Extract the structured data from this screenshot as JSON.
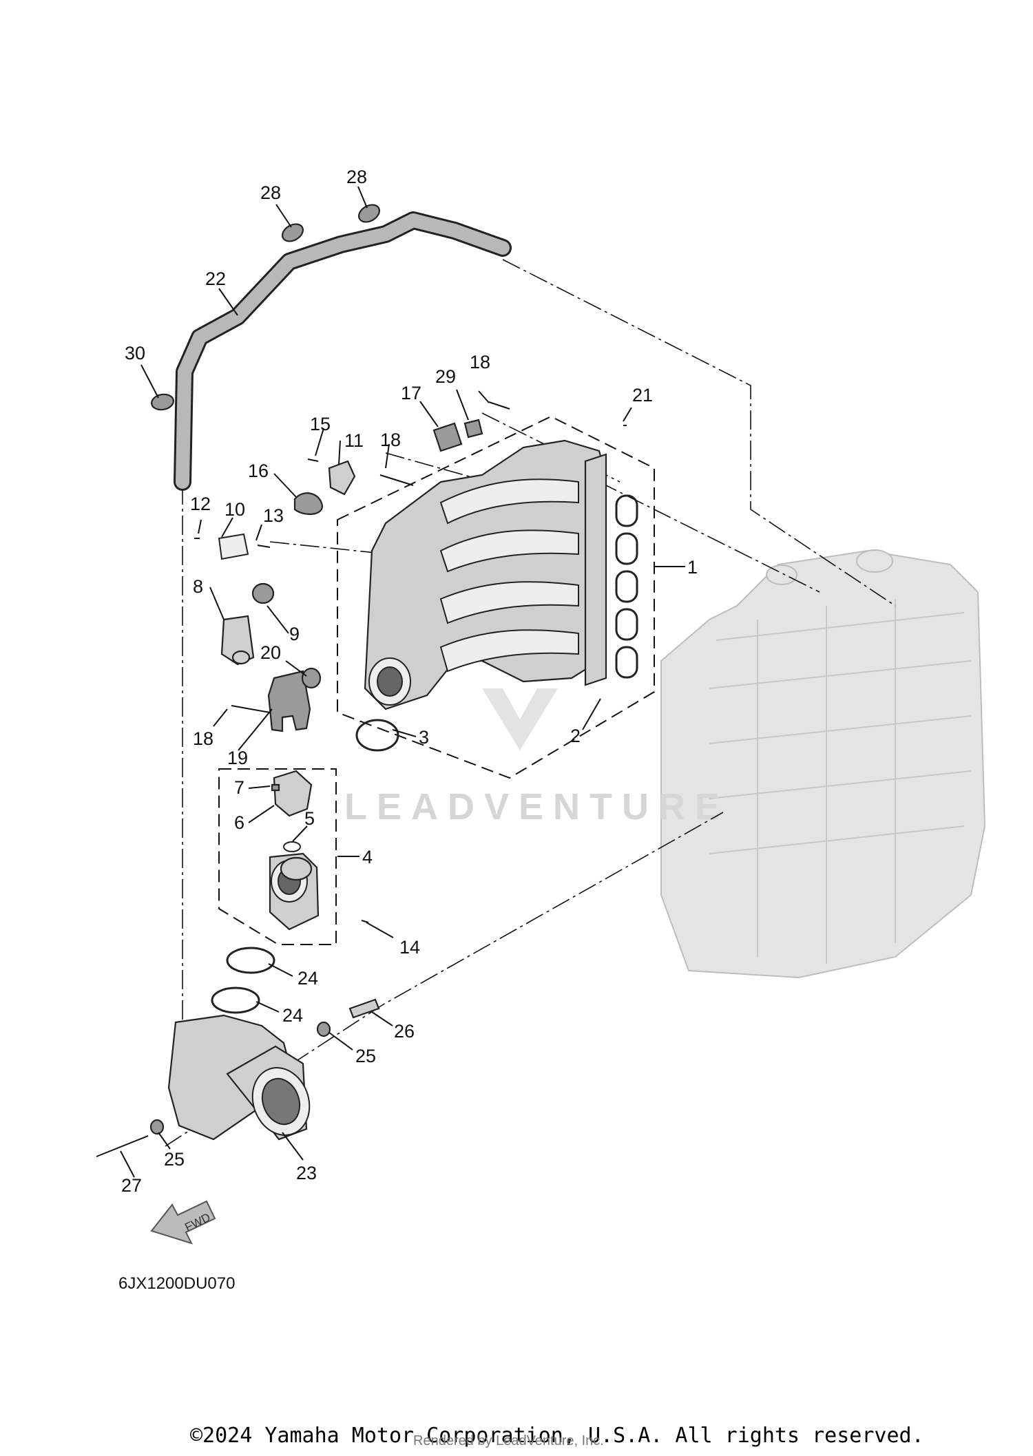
{
  "diagram": {
    "callouts": [
      {
        "label": "1"
      },
      {
        "label": "2"
      },
      {
        "label": "3"
      },
      {
        "label": "4"
      },
      {
        "label": "5"
      },
      {
        "label": "6"
      },
      {
        "label": "7"
      },
      {
        "label": "8"
      },
      {
        "label": "9"
      },
      {
        "label": "10"
      },
      {
        "label": "11"
      },
      {
        "label": "12"
      },
      {
        "label": "13"
      },
      {
        "label": "14"
      },
      {
        "label": "15"
      },
      {
        "label": "16"
      },
      {
        "label": "17"
      },
      {
        "label": "18"
      },
      {
        "label": "18"
      },
      {
        "label": "18"
      },
      {
        "label": "19"
      },
      {
        "label": "20"
      },
      {
        "label": "21"
      },
      {
        "label": "22"
      },
      {
        "label": "23"
      },
      {
        "label": "24"
      },
      {
        "label": "24"
      },
      {
        "label": "25"
      },
      {
        "label": "25"
      },
      {
        "label": "26"
      },
      {
        "label": "27"
      },
      {
        "label": "28"
      },
      {
        "label": "28"
      },
      {
        "label": "29"
      },
      {
        "label": "30"
      }
    ],
    "fwd_label": "FWD",
    "watermark": "LEADVENTURE",
    "diagram_code": "6JX1200DU070"
  },
  "footer": {
    "copyright": "©2024 Yamaha Motor Corporation, U.S.A. All rights reserved.",
    "rendered_by": "Rendered by LeadVenture, Inc."
  }
}
